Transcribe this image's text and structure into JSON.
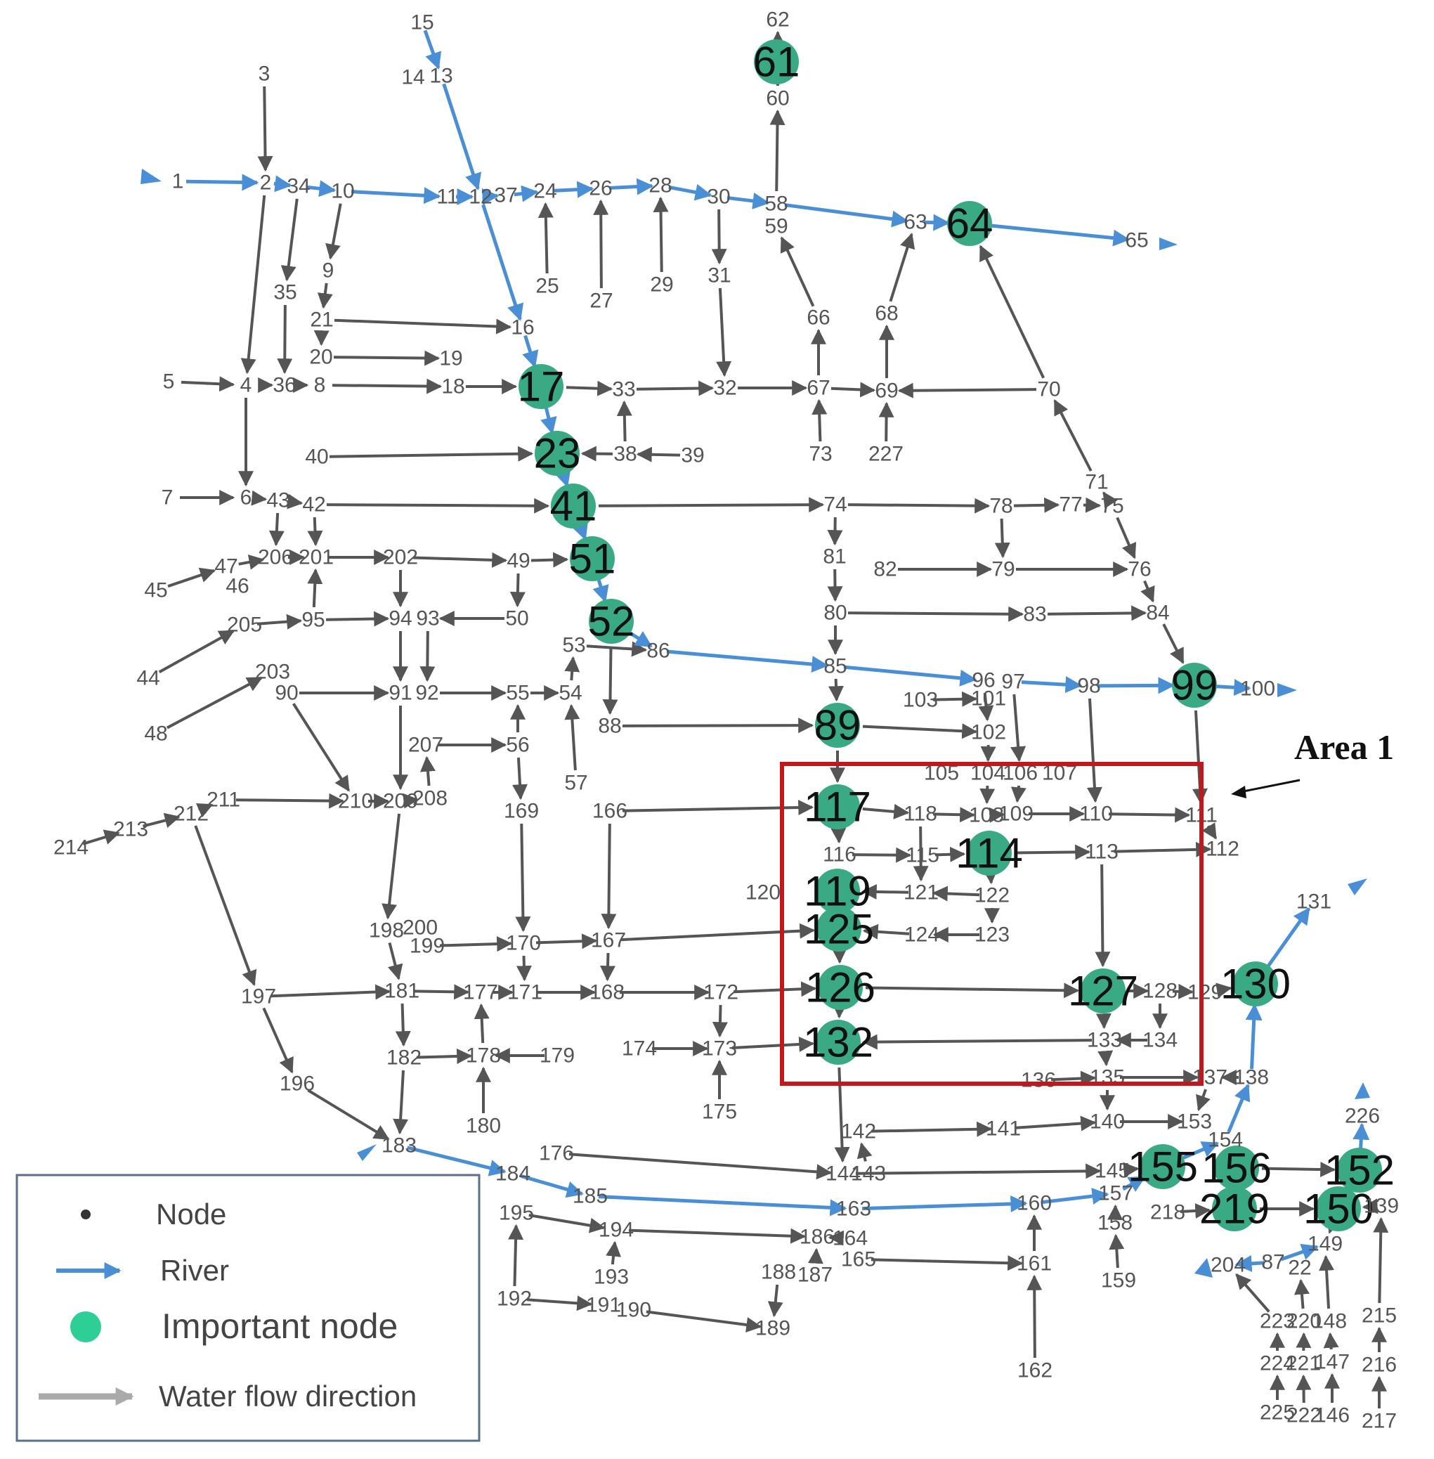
{
  "legend": {
    "node": "Node",
    "river": "River",
    "important_node": "Important node",
    "water_flow": "Water flow direction"
  },
  "area_label": "Area 1",
  "colors": {
    "river": "#4a8fd6",
    "flow": "#555555",
    "important": "#3aaa85",
    "area_box": "#c0181c"
  },
  "nodes": [
    {
      "id": "62"
    },
    {
      "id": "61",
      "important": true
    },
    {
      "id": "60"
    },
    {
      "id": "15"
    },
    {
      "id": "14"
    },
    {
      "id": "13"
    },
    {
      "id": "3"
    },
    {
      "id": "1"
    },
    {
      "id": "2"
    },
    {
      "id": "34"
    },
    {
      "id": "10"
    },
    {
      "id": "11"
    },
    {
      "id": "12"
    },
    {
      "id": "37"
    },
    {
      "id": "24"
    },
    {
      "id": "26"
    },
    {
      "id": "28"
    },
    {
      "id": "30"
    },
    {
      "id": "58"
    },
    {
      "id": "59"
    },
    {
      "id": "63"
    },
    {
      "id": "64",
      "important": true
    },
    {
      "id": "65"
    },
    {
      "id": "9"
    },
    {
      "id": "35"
    },
    {
      "id": "21"
    },
    {
      "id": "16"
    },
    {
      "id": "25"
    },
    {
      "id": "27"
    },
    {
      "id": "29"
    },
    {
      "id": "31"
    },
    {
      "id": "66"
    },
    {
      "id": "68"
    },
    {
      "id": "20"
    },
    {
      "id": "19"
    },
    {
      "id": "5"
    },
    {
      "id": "4"
    },
    {
      "id": "36"
    },
    {
      "id": "8"
    },
    {
      "id": "18"
    },
    {
      "id": "17",
      "important": true
    },
    {
      "id": "33"
    },
    {
      "id": "32"
    },
    {
      "id": "67"
    },
    {
      "id": "69"
    },
    {
      "id": "70"
    },
    {
      "id": "40"
    },
    {
      "id": "23",
      "important": true
    },
    {
      "id": "38"
    },
    {
      "id": "39"
    },
    {
      "id": "73"
    },
    {
      "id": "227"
    },
    {
      "id": "7"
    },
    {
      "id": "6"
    },
    {
      "id": "43"
    },
    {
      "id": "42"
    },
    {
      "id": "41",
      "important": true
    },
    {
      "id": "74"
    },
    {
      "id": "78"
    },
    {
      "id": "77"
    },
    {
      "id": "71"
    },
    {
      "id": "75"
    },
    {
      "id": "47"
    },
    {
      "id": "206"
    },
    {
      "id": "201"
    },
    {
      "id": "202"
    },
    {
      "id": "49"
    },
    {
      "id": "51",
      "important": true
    },
    {
      "id": "81"
    },
    {
      "id": "82"
    },
    {
      "id": "79"
    },
    {
      "id": "76"
    },
    {
      "id": "45"
    },
    {
      "id": "46"
    },
    {
      "id": "205"
    },
    {
      "id": "95"
    },
    {
      "id": "94"
    },
    {
      "id": "93"
    },
    {
      "id": "50"
    },
    {
      "id": "52",
      "important": true
    },
    {
      "id": "80"
    },
    {
      "id": "83"
    },
    {
      "id": "84"
    },
    {
      "id": "44"
    },
    {
      "id": "53"
    },
    {
      "id": "86"
    },
    {
      "id": "85"
    },
    {
      "id": "203"
    },
    {
      "id": "90"
    },
    {
      "id": "91"
    },
    {
      "id": "92"
    },
    {
      "id": "55"
    },
    {
      "id": "54"
    },
    {
      "id": "96"
    },
    {
      "id": "97"
    },
    {
      "id": "98"
    },
    {
      "id": "99",
      "important": true
    },
    {
      "id": "100"
    },
    {
      "id": "103"
    },
    {
      "id": "101"
    },
    {
      "id": "48"
    },
    {
      "id": "88"
    },
    {
      "id": "89",
      "important": true
    },
    {
      "id": "102"
    },
    {
      "id": "207"
    },
    {
      "id": "56"
    },
    {
      "id": "57"
    },
    {
      "id": "105"
    },
    {
      "id": "104"
    },
    {
      "id": "106"
    },
    {
      "id": "107"
    },
    {
      "id": "211"
    },
    {
      "id": "210"
    },
    {
      "id": "209"
    },
    {
      "id": "208"
    },
    {
      "id": "169"
    },
    {
      "id": "166"
    },
    {
      "id": "117",
      "important": true
    },
    {
      "id": "118"
    },
    {
      "id": "108"
    },
    {
      "id": "109"
    },
    {
      "id": "110"
    },
    {
      "id": "111"
    },
    {
      "id": "214"
    },
    {
      "id": "213"
    },
    {
      "id": "212"
    },
    {
      "id": "116"
    },
    {
      "id": "115"
    },
    {
      "id": "114",
      "important": true
    },
    {
      "id": "113"
    },
    {
      "id": "112"
    },
    {
      "id": "120"
    },
    {
      "id": "119",
      "important": true
    },
    {
      "id": "121"
    },
    {
      "id": "122"
    },
    {
      "id": "131"
    },
    {
      "id": "198"
    },
    {
      "id": "200"
    },
    {
      "id": "199"
    },
    {
      "id": "170"
    },
    {
      "id": "167"
    },
    {
      "id": "125",
      "important": true
    },
    {
      "id": "124"
    },
    {
      "id": "123"
    },
    {
      "id": "197"
    },
    {
      "id": "181"
    },
    {
      "id": "177"
    },
    {
      "id": "171"
    },
    {
      "id": "168"
    },
    {
      "id": "172"
    },
    {
      "id": "126",
      "important": true
    },
    {
      "id": "127",
      "important": true
    },
    {
      "id": "128"
    },
    {
      "id": "129"
    },
    {
      "id": "130",
      "important": true
    },
    {
      "id": "182"
    },
    {
      "id": "178"
    },
    {
      "id": "179"
    },
    {
      "id": "174"
    },
    {
      "id": "173"
    },
    {
      "id": "132",
      "important": true
    },
    {
      "id": "133"
    },
    {
      "id": "134"
    },
    {
      "id": "196"
    },
    {
      "id": "136"
    },
    {
      "id": "135"
    },
    {
      "id": "137"
    },
    {
      "id": "138"
    },
    {
      "id": "180"
    },
    {
      "id": "175"
    },
    {
      "id": "226"
    },
    {
      "id": "142"
    },
    {
      "id": "141"
    },
    {
      "id": "140"
    },
    {
      "id": "153"
    },
    {
      "id": "183"
    },
    {
      "id": "176"
    },
    {
      "id": "154"
    },
    {
      "id": "155",
      "important": true
    },
    {
      "id": "156",
      "important": true
    },
    {
      "id": "152",
      "important": true
    },
    {
      "id": "184"
    },
    {
      "id": "144"
    },
    {
      "id": "143"
    },
    {
      "id": "145"
    },
    {
      "id": "185"
    },
    {
      "id": "195"
    },
    {
      "id": "163"
    },
    {
      "id": "160"
    },
    {
      "id": "157"
    },
    {
      "id": "218"
    },
    {
      "id": "219",
      "important": true
    },
    {
      "id": "150",
      "important": true
    },
    {
      "id": "139"
    },
    {
      "id": "194"
    },
    {
      "id": "186"
    },
    {
      "id": "164"
    },
    {
      "id": "158"
    },
    {
      "id": "149"
    },
    {
      "id": "165"
    },
    {
      "id": "161"
    },
    {
      "id": "204"
    },
    {
      "id": "87"
    },
    {
      "id": "22"
    },
    {
      "id": "193"
    },
    {
      "id": "188"
    },
    {
      "id": "187"
    },
    {
      "id": "159"
    },
    {
      "id": "192"
    },
    {
      "id": "191"
    },
    {
      "id": "190"
    },
    {
      "id": "189"
    },
    {
      "id": "223"
    },
    {
      "id": "220"
    },
    {
      "id": "148"
    },
    {
      "id": "215"
    },
    {
      "id": "224"
    },
    {
      "id": "221"
    },
    {
      "id": "147"
    },
    {
      "id": "216"
    },
    {
      "id": "162"
    },
    {
      "id": "225"
    },
    {
      "id": "222"
    },
    {
      "id": "146"
    },
    {
      "id": "217"
    }
  ],
  "river_edges": [
    [
      "15",
      "13"
    ],
    [
      "13",
      "12"
    ],
    [
      "1",
      "2"
    ],
    [
      "2",
      "34"
    ],
    [
      "34",
      "10"
    ],
    [
      "10",
      "11"
    ],
    [
      "11",
      "12"
    ],
    [
      "12",
      "37"
    ],
    [
      "37",
      "24"
    ],
    [
      "24",
      "26"
    ],
    [
      "26",
      "28"
    ],
    [
      "28",
      "30"
    ],
    [
      "30",
      "58"
    ],
    [
      "58",
      "63"
    ],
    [
      "63",
      "64"
    ],
    [
      "64",
      "65"
    ],
    [
      "12",
      "16"
    ],
    [
      "16",
      "17"
    ],
    [
      "17",
      "23"
    ],
    [
      "23",
      "41"
    ],
    [
      "41",
      "51"
    ],
    [
      "51",
      "52"
    ],
    [
      "52",
      "86"
    ],
    [
      "86",
      "85"
    ],
    [
      "85",
      "96"
    ],
    [
      "97",
      "98"
    ],
    [
      "98",
      "99"
    ],
    [
      "99",
      "100"
    ],
    [
      "183",
      "184"
    ],
    [
      "184",
      "185"
    ],
    [
      "185",
      "163"
    ],
    [
      "163",
      "160"
    ],
    [
      "160",
      "157"
    ],
    [
      "157",
      "155"
    ],
    [
      "155",
      "154"
    ],
    [
      "154",
      "138"
    ],
    [
      "138",
      "130"
    ],
    [
      "130",
      "131"
    ],
    [
      "152",
      "226"
    ],
    [
      "87",
      "204"
    ],
    [
      "87",
      "149"
    ]
  ],
  "flow_edges": [
    [
      "3",
      "2"
    ],
    [
      "2",
      "4"
    ],
    [
      "34",
      "35"
    ],
    [
      "35",
      "36"
    ],
    [
      "10",
      "9"
    ],
    [
      "9",
      "21"
    ],
    [
      "21",
      "16"
    ],
    [
      "21",
      "20"
    ],
    [
      "20",
      "19"
    ],
    [
      "5",
      "4"
    ],
    [
      "4",
      "36"
    ],
    [
      "36",
      "8"
    ],
    [
      "8",
      "18"
    ],
    [
      "18",
      "17"
    ],
    [
      "4",
      "6"
    ],
    [
      "17",
      "33"
    ],
    [
      "33",
      "32"
    ],
    [
      "32",
      "67"
    ],
    [
      "67",
      "69"
    ],
    [
      "70",
      "69"
    ],
    [
      "25",
      "24"
    ],
    [
      "27",
      "26"
    ],
    [
      "29",
      "28"
    ],
    [
      "30",
      "31"
    ],
    [
      "31",
      "32"
    ],
    [
      "58",
      "60"
    ],
    [
      "60",
      "62"
    ],
    [
      "66",
      "59"
    ],
    [
      "67",
      "66"
    ],
    [
      "68",
      "63"
    ],
    [
      "69",
      "68"
    ],
    [
      "73",
      "67"
    ],
    [
      "227",
      "69"
    ],
    [
      "71",
      "70"
    ],
    [
      "70",
      "64"
    ],
    [
      "40",
      "23"
    ],
    [
      "38",
      "23"
    ],
    [
      "39",
      "38"
    ],
    [
      "38",
      "33"
    ],
    [
      "7",
      "6"
    ],
    [
      "6",
      "43"
    ],
    [
      "43",
      "42"
    ],
    [
      "42",
      "41"
    ],
    [
      "41",
      "74"
    ],
    [
      "74",
      "78"
    ],
    [
      "78",
      "77"
    ],
    [
      "77",
      "75"
    ],
    [
      "75",
      "71"
    ],
    [
      "75",
      "76"
    ],
    [
      "76",
      "84"
    ],
    [
      "84",
      "99"
    ],
    [
      "47",
      "206"
    ],
    [
      "206",
      "201"
    ],
    [
      "201",
      "202"
    ],
    [
      "202",
      "49"
    ],
    [
      "49",
      "51"
    ],
    [
      "74",
      "81"
    ],
    [
      "81",
      "80"
    ],
    [
      "82",
      "79"
    ],
    [
      "78",
      "79"
    ],
    [
      "79",
      "76"
    ],
    [
      "45",
      "47"
    ],
    [
      "43",
      "206"
    ],
    [
      "42",
      "201"
    ],
    [
      "95",
      "201"
    ],
    [
      "205",
      "95"
    ],
    [
      "95",
      "94"
    ],
    [
      "202",
      "94"
    ],
    [
      "50",
      "93"
    ],
    [
      "49",
      "50"
    ],
    [
      "80",
      "83"
    ],
    [
      "83",
      "84"
    ],
    [
      "80",
      "85"
    ],
    [
      "44",
      "205"
    ],
    [
      "85",
      "89"
    ],
    [
      "52",
      "88"
    ],
    [
      "88",
      "89"
    ],
    [
      "53",
      "86"
    ],
    [
      "48",
      "203"
    ],
    [
      "90",
      "91"
    ],
    [
      "94",
      "91"
    ],
    [
      "93",
      "92"
    ],
    [
      "92",
      "55"
    ],
    [
      "55",
      "54"
    ],
    [
      "54",
      "53"
    ],
    [
      "57",
      "54"
    ],
    [
      "56",
      "55"
    ],
    [
      "103",
      "101"
    ],
    [
      "96",
      "102"
    ],
    [
      "97",
      "106"
    ],
    [
      "89",
      "102"
    ],
    [
      "102",
      "104"
    ],
    [
      "207",
      "56"
    ],
    [
      "91",
      "209"
    ],
    [
      "208",
      "207"
    ],
    [
      "90",
      "210"
    ],
    [
      "211",
      "210"
    ],
    [
      "210",
      "209"
    ],
    [
      "209",
      "208"
    ],
    [
      "56",
      "169"
    ],
    [
      "169",
      "170"
    ],
    [
      "166",
      "117"
    ],
    [
      "166",
      "167"
    ],
    [
      "89",
      "117"
    ],
    [
      "117",
      "118"
    ],
    [
      "118",
      "108"
    ],
    [
      "108",
      "109"
    ],
    [
      "109",
      "110"
    ],
    [
      "110",
      "111"
    ],
    [
      "98",
      "110"
    ],
    [
      "99",
      "111"
    ],
    [
      "111",
      "112"
    ],
    [
      "214",
      "213"
    ],
    [
      "213",
      "212"
    ],
    [
      "212",
      "211"
    ],
    [
      "212",
      "197"
    ],
    [
      "117",
      "116"
    ],
    [
      "116",
      "115"
    ],
    [
      "115",
      "114"
    ],
    [
      "114",
      "113"
    ],
    [
      "113",
      "112"
    ],
    [
      "104",
      "108"
    ],
    [
      "106",
      "109"
    ],
    [
      "118",
      "121"
    ],
    [
      "122",
      "121"
    ],
    [
      "121",
      "119"
    ],
    [
      "114",
      "122"
    ],
    [
      "113",
      "127"
    ],
    [
      "119",
      "125"
    ],
    [
      "209",
      "198"
    ],
    [
      "198",
      "181"
    ],
    [
      "199",
      "170"
    ],
    [
      "170",
      "167"
    ],
    [
      "167",
      "125"
    ],
    [
      "124",
      "125"
    ],
    [
      "123",
      "124"
    ],
    [
      "122",
      "123"
    ],
    [
      "125",
      "126"
    ],
    [
      "197",
      "181"
    ],
    [
      "181",
      "177"
    ],
    [
      "177",
      "171"
    ],
    [
      "171",
      "168"
    ],
    [
      "168",
      "172"
    ],
    [
      "172",
      "126"
    ],
    [
      "170",
      "171"
    ],
    [
      "167",
      "168"
    ],
    [
      "126",
      "127"
    ],
    [
      "127",
      "128"
    ],
    [
      "128",
      "129"
    ],
    [
      "129",
      "130"
    ],
    [
      "128",
      "134"
    ],
    [
      "197",
      "196"
    ],
    [
      "181",
      "182"
    ],
    [
      "182",
      "178"
    ],
    [
      "179",
      "178"
    ],
    [
      "178",
      "177"
    ],
    [
      "174",
      "173"
    ],
    [
      "173",
      "132"
    ],
    [
      "172",
      "173"
    ],
    [
      "126",
      "132"
    ],
    [
      "134",
      "133"
    ],
    [
      "133",
      "132"
    ],
    [
      "127",
      "133"
    ],
    [
      "133",
      "135"
    ],
    [
      "136",
      "135"
    ],
    [
      "135",
      "137"
    ],
    [
      "137",
      "153"
    ],
    [
      "138",
      "137"
    ],
    [
      "196",
      "183"
    ],
    [
      "182",
      "183"
    ],
    [
      "180",
      "178"
    ],
    [
      "175",
      "173"
    ],
    [
      "132",
      "144"
    ],
    [
      "143",
      "142"
    ],
    [
      "142",
      "141"
    ],
    [
      "141",
      "140"
    ],
    [
      "140",
      "153"
    ],
    [
      "135",
      "140"
    ],
    [
      "176",
      "144"
    ],
    [
      "144",
      "145"
    ],
    [
      "145",
      "155"
    ],
    [
      "156",
      "152"
    ],
    [
      "195",
      "194"
    ],
    [
      "194",
      "186"
    ],
    [
      "193",
      "194"
    ],
    [
      "164",
      "186"
    ],
    [
      "165",
      "161"
    ],
    [
      "161",
      "160"
    ],
    [
      "158",
      "157"
    ],
    [
      "159",
      "158"
    ],
    [
      "218",
      "219"
    ],
    [
      "219",
      "150"
    ],
    [
      "219",
      "156"
    ],
    [
      "150",
      "152"
    ],
    [
      "139",
      "150"
    ],
    [
      "149",
      "150"
    ],
    [
      "192",
      "195"
    ],
    [
      "192",
      "191"
    ],
    [
      "190",
      "189"
    ],
    [
      "188",
      "189"
    ],
    [
      "187",
      "186"
    ],
    [
      "162",
      "161"
    ],
    [
      "223",
      "204"
    ],
    [
      "220",
      "22"
    ],
    [
      "148",
      "149"
    ],
    [
      "215",
      "139"
    ],
    [
      "224",
      "223"
    ],
    [
      "221",
      "220"
    ],
    [
      "147",
      "148"
    ],
    [
      "216",
      "215"
    ],
    [
      "225",
      "224"
    ],
    [
      "222",
      "221"
    ],
    [
      "146",
      "147"
    ],
    [
      "217",
      "216"
    ]
  ]
}
